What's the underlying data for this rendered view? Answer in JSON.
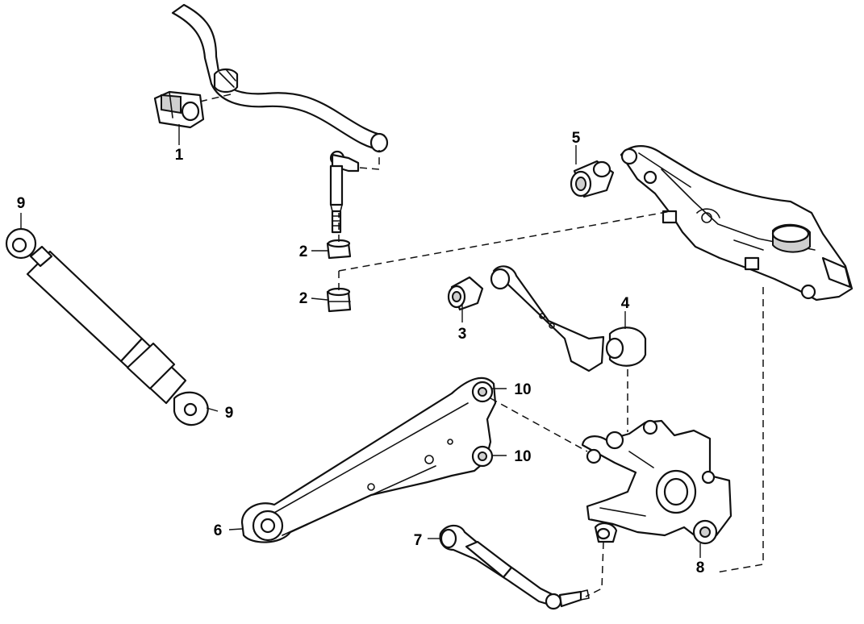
{
  "callouts": [
    {
      "id": "c1",
      "label": "1"
    },
    {
      "id": "c2a",
      "label": "2"
    },
    {
      "id": "c2b",
      "label": "2"
    },
    {
      "id": "c3",
      "label": "3"
    },
    {
      "id": "c4",
      "label": "4"
    },
    {
      "id": "c5",
      "label": "5"
    },
    {
      "id": "c6",
      "label": "6"
    },
    {
      "id": "c7",
      "label": "7"
    },
    {
      "id": "c8",
      "label": "8"
    },
    {
      "id": "c9a",
      "label": "9"
    },
    {
      "id": "c9b",
      "label": "9"
    },
    {
      "id": "c10a",
      "label": "10"
    },
    {
      "id": "c10b",
      "label": "10"
    }
  ]
}
